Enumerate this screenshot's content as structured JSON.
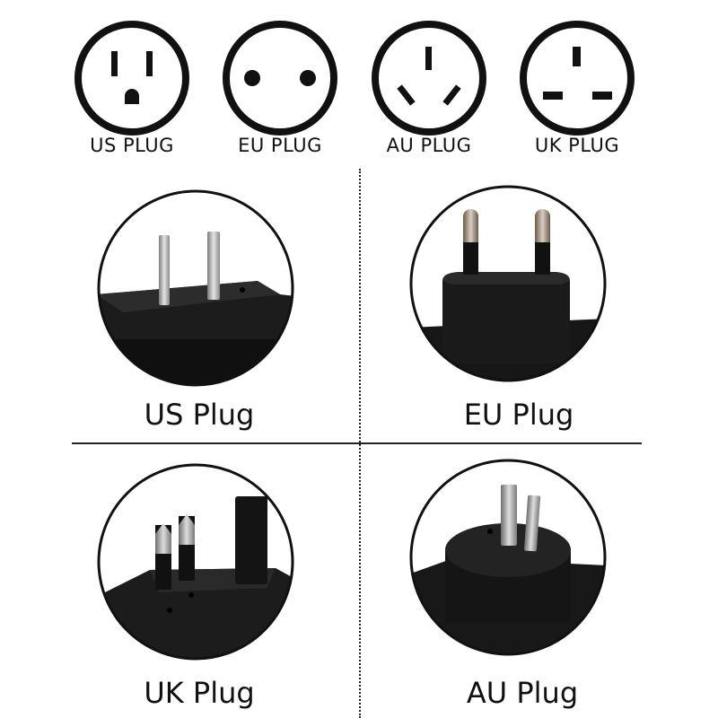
{
  "sockets": [
    {
      "label": "US PLUG",
      "icon": "us-socket-icon"
    },
    {
      "label": "EU PLUG",
      "icon": "eu-socket-icon"
    },
    {
      "label": "AU PLUG",
      "icon": "au-socket-icon"
    },
    {
      "label": "UK PLUG",
      "icon": "uk-socket-icon"
    }
  ],
  "plugs": [
    {
      "label": "US Plug"
    },
    {
      "label": "EU Plug"
    },
    {
      "label": "UK Plug"
    },
    {
      "label": "AU Plug"
    }
  ],
  "colors": {
    "outline": "#111111",
    "plug_body": "#1c1c1c",
    "pin_metal": "#b8b8b8"
  }
}
